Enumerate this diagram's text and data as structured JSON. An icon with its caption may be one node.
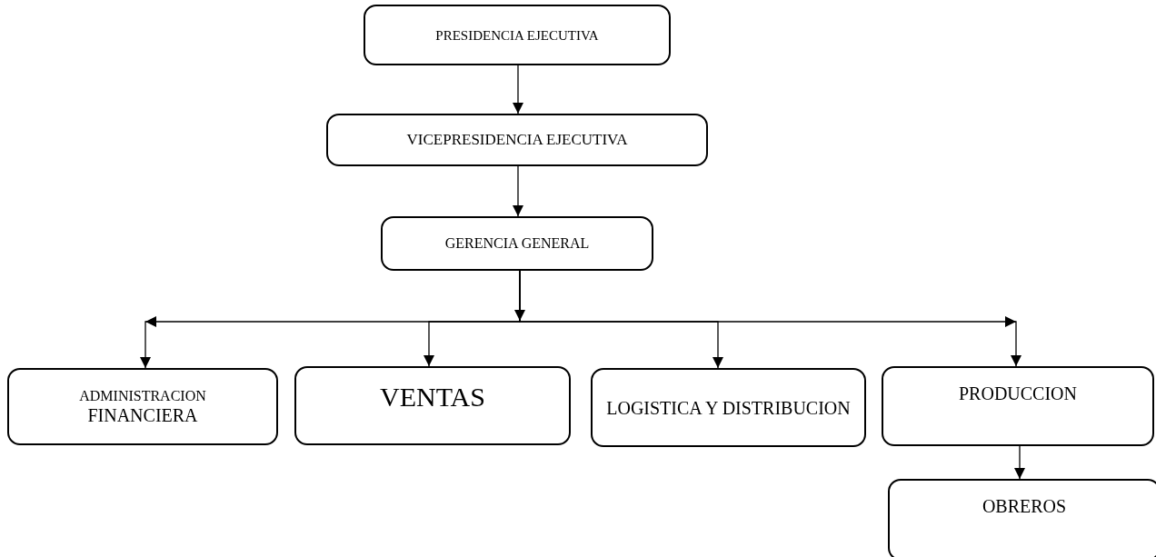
{
  "diagram": {
    "nodes": [
      {
        "text": [
          "PRESIDENCIA EJECUTIVA"
        ]
      },
      {
        "text": [
          "VICEPRESIDENCIA EJECUTIVA"
        ]
      },
      {
        "text": [
          "GERENCIA GENERAL"
        ]
      },
      {
        "text": [
          "ADMINISTRACION",
          "FINANCIERA"
        ]
      },
      {
        "text": [
          "VENTAS"
        ]
      },
      {
        "text": [
          "LOGISTICA Y DISTRIBUCION"
        ]
      },
      {
        "text": [
          "PRODUCCION"
        ]
      },
      {
        "text": [
          "OBREROS"
        ]
      }
    ],
    "edges": [
      {
        "from": 0,
        "to": 1,
        "arrow": "to"
      },
      {
        "from": 1,
        "to": 2,
        "arrow": "to"
      },
      {
        "from": 2,
        "to": 3,
        "arrow": "to"
      },
      {
        "from": 2,
        "to": 4,
        "arrow": "to"
      },
      {
        "from": 2,
        "to": 5,
        "arrow": "to"
      },
      {
        "from": 2,
        "to": 6,
        "arrow": "to"
      },
      {
        "from": 6,
        "to": 7,
        "arrow": "to"
      }
    ]
  }
}
